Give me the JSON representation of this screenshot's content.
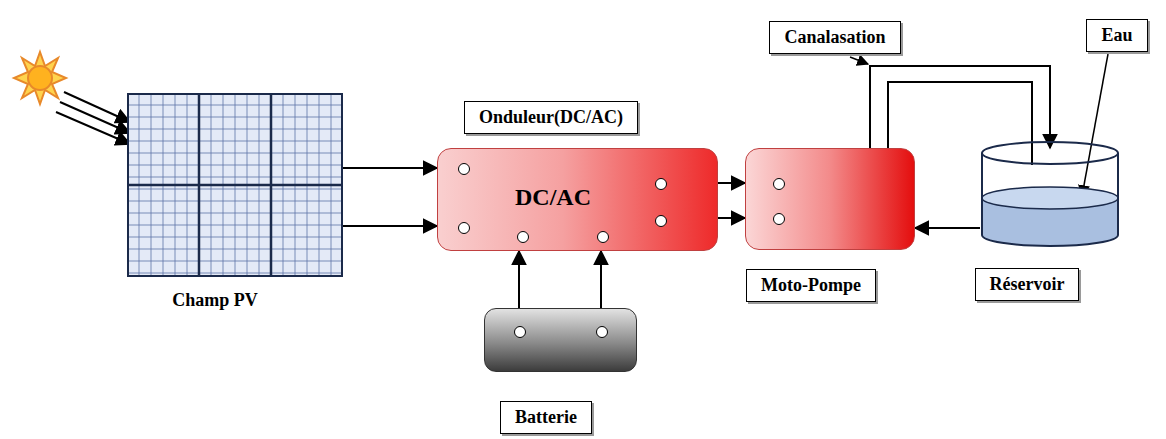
{
  "diagram": {
    "nodes": [
      {
        "text": [
          "Champ PV"
        ]
      },
      {
        "text": [
          "Onduleur(DC/AC)",
          "DC/AC"
        ]
      },
      {
        "text": [
          "Batterie"
        ]
      },
      {
        "text": [
          "Moto-Pompe"
        ]
      },
      {
        "text": [
          "Réservoir"
        ]
      }
    ],
    "edges": [
      {
        "from": 0,
        "to": 1,
        "arrow": "to"
      },
      {
        "from": 0,
        "to": 1,
        "arrow": "to"
      },
      {
        "from": 2,
        "to": 1,
        "arrow": "to"
      },
      {
        "from": 2,
        "to": 1,
        "arrow": "to"
      },
      {
        "from": 1,
        "to": 3,
        "arrow": "to"
      },
      {
        "from": 1,
        "to": 3,
        "arrow": "to"
      },
      {
        "from": 3,
        "to": 4,
        "arrow": "to"
      },
      {
        "from": 4,
        "to": 3,
        "arrow": "to"
      }
    ],
    "labels": [
      "Canalasation",
      "Eau"
    ]
  }
}
